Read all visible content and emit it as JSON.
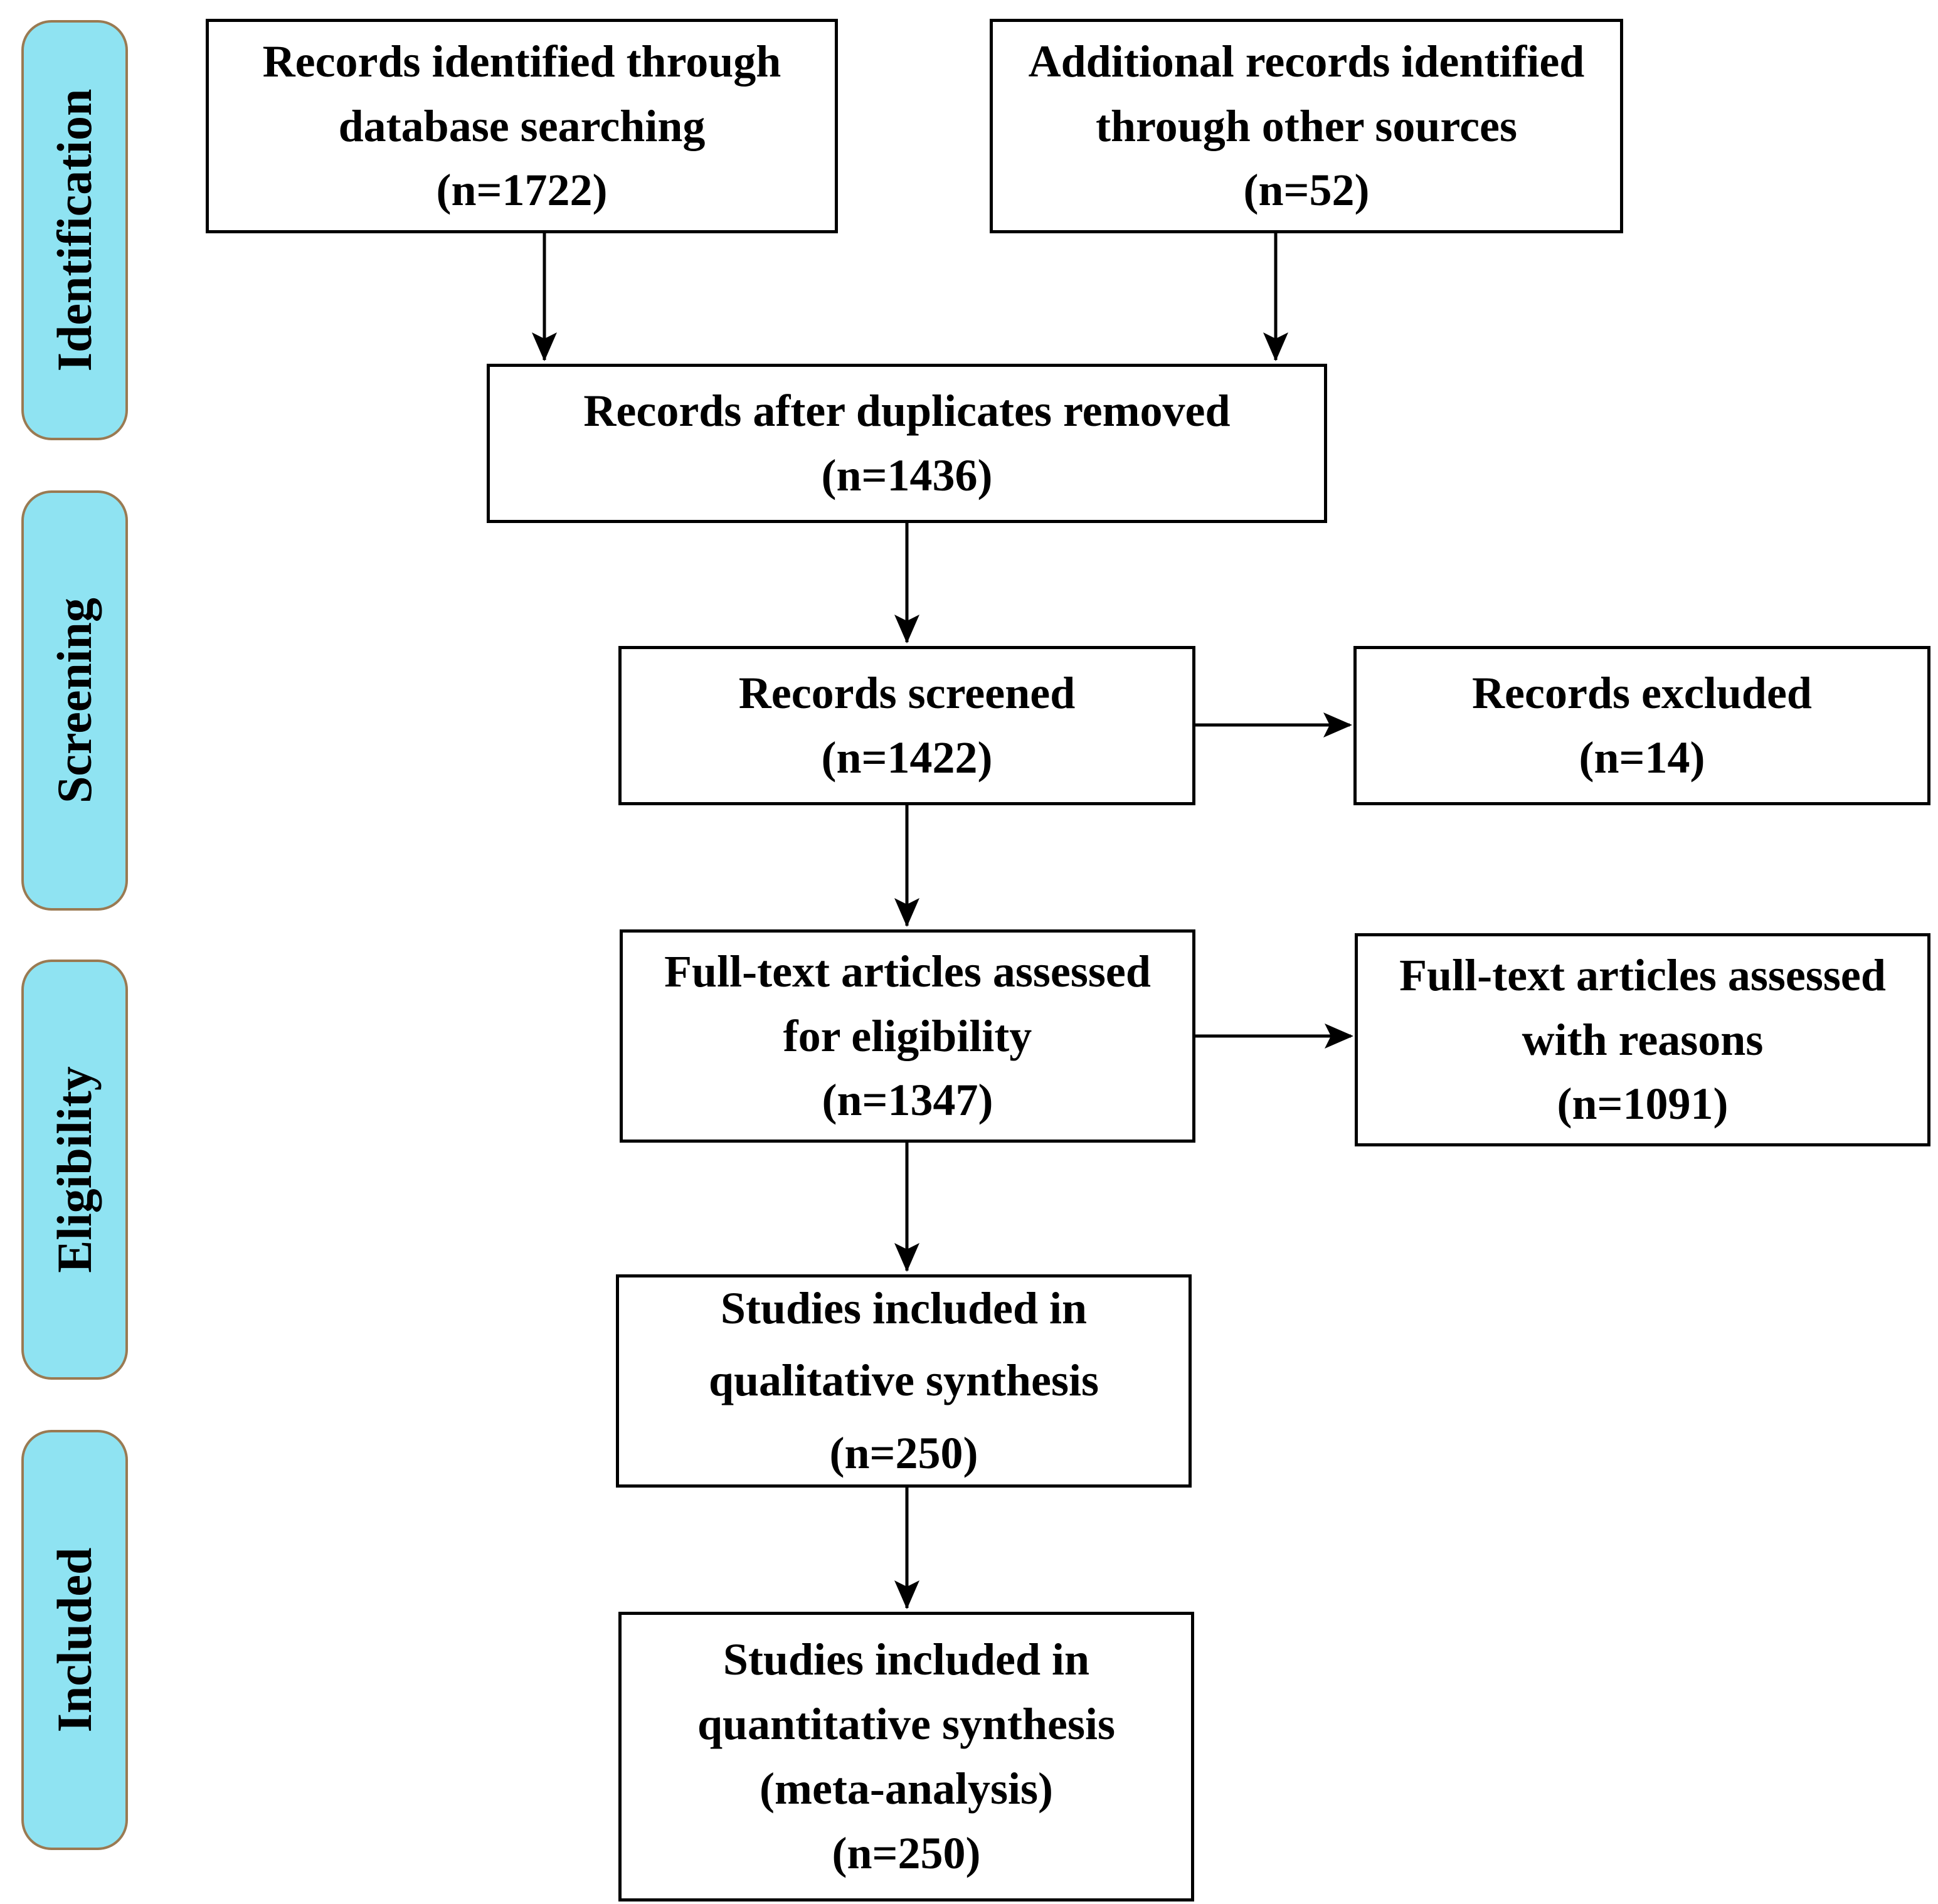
{
  "phases": {
    "identification": "Identification",
    "screening": "Screening",
    "eligibility": "Eligibility",
    "included": "Included"
  },
  "boxes": {
    "database": {
      "lines": [
        "Records identified through",
        "database searching",
        "(n=1722)"
      ]
    },
    "other_sources": {
      "lines": [
        "Additional records identified",
        "through other sources",
        "(n=52)"
      ]
    },
    "duplicates_removed": {
      "lines": [
        "Records after duplicates removed",
        "(n=1436)"
      ]
    },
    "screened": {
      "lines": [
        "Records screened",
        "(n=1422)"
      ]
    },
    "excluded": {
      "lines": [
        "Records excluded",
        "(n=14)"
      ]
    },
    "fulltext_assessed": {
      "lines": [
        "Full-text articles assessed",
        "for eligibility",
        "(n=1347)"
      ]
    },
    "fulltext_reasons": {
      "lines": [
        "Full-text articles assessed",
        "with reasons",
        "(n=1091)"
      ]
    },
    "qualitative": {
      "lines": [
        "Studies included in",
        "qualitative synthesis",
        "(n=250)"
      ]
    },
    "quantitative": {
      "lines": [
        "Studies included in",
        "quantitative synthesis",
        "(meta-analysis)",
        "(n=250)"
      ]
    }
  },
  "colors": {
    "phase_fill": "#8fe3f2",
    "phase_border": "#9a7a52",
    "box_border": "#000000",
    "arrow": "#000000"
  }
}
